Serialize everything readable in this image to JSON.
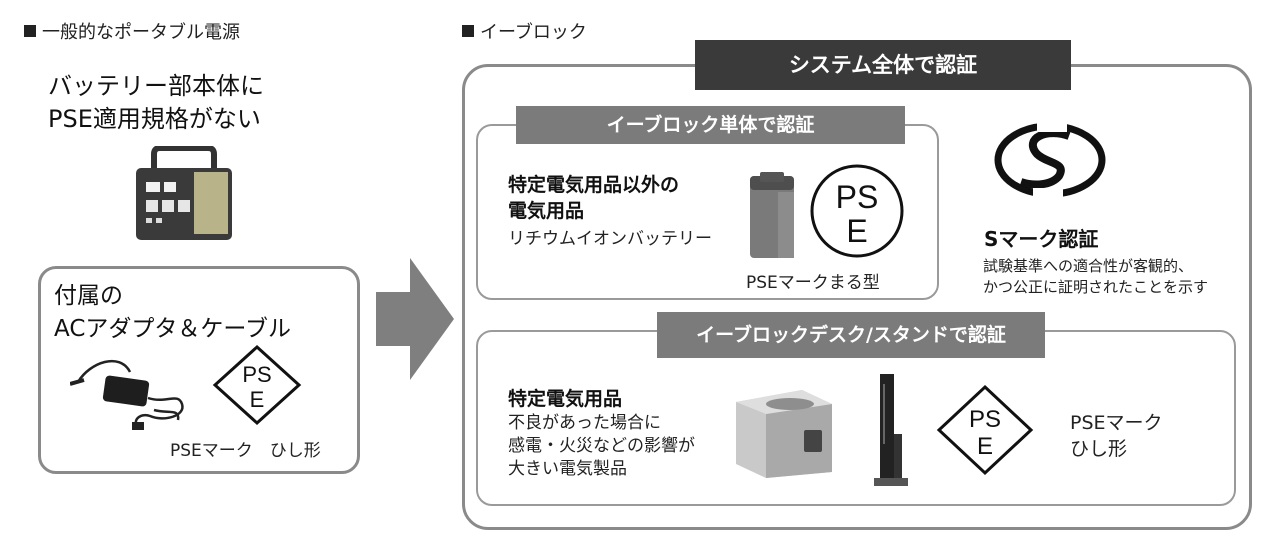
{
  "left": {
    "heading": "一般的なポータブル電源",
    "title_line1": "バッテリー部本体に",
    "title_line2": "PSE適用規格がない",
    "accessory_title_line1": "付属の",
    "accessory_title_line2": "ACアダプタ＆ケーブル",
    "accessory_caption": "PSEマーク　ひし形"
  },
  "right": {
    "heading": "イーブロック",
    "system_tag": "システム全体で認証",
    "unit_tag": "イーブロック単体で認証",
    "unit_title_line1": "特定電気用品以外の",
    "unit_title_line2": "電気用品",
    "unit_subtitle": "リチウムイオンバッテリー",
    "unit_caption": "PSEマークまる型",
    "s_mark_title": "Sマーク認証",
    "s_mark_desc_line1": "試験基準への適合性が客観的、",
    "s_mark_desc_line2": "かつ公正に証明されたことを示す",
    "desk_tag": "イーブロックデスク/スタンドで認証",
    "desk_title": "特定電気用品",
    "desk_desc_line1": "不良があった場合に",
    "desk_desc_line2": "感電・火災などの影響が",
    "desk_desc_line3": "大きい電気製品",
    "desk_caption_line1": "PSEマーク",
    "desk_caption_line2": "ひし形"
  },
  "pse": {
    "top": "PS",
    "bottom": "E"
  },
  "icons": [
    "portable-power-station-icon",
    "ac-adapter-icon",
    "pse-diamond-mark-icon",
    "arrow-right-icon",
    "battery-unit-icon",
    "pse-round-mark-icon",
    "s-mark-icon",
    "desk-dock-icon",
    "stand-icon"
  ],
  "colors": {
    "border": "#8a8a8a",
    "tag_dark": "#3a3a3a",
    "tag_mid": "#7b7b7b",
    "arrow": "#7f7f7f"
  }
}
